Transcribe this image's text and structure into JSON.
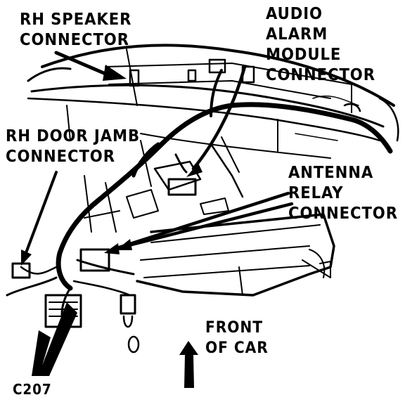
{
  "labels": {
    "rh_speaker": [
      "RH SPEAKER",
      "CONNECTOR"
    ],
    "audio_alarm": [
      "AUDIO",
      "ALARM",
      "MODULE",
      "CONNECTOR"
    ],
    "rh_door_jamb": [
      "RH DOOR JAMB",
      "CONNECTOR"
    ],
    "antenna_relay": [
      "ANTENNA",
      "RELAY",
      "CONNECTOR"
    ],
    "front_of_car": [
      "FRONT",
      "OF CAR"
    ],
    "c207": "C207"
  },
  "colors": {
    "ink": "#000000",
    "paper": "#ffffff"
  }
}
